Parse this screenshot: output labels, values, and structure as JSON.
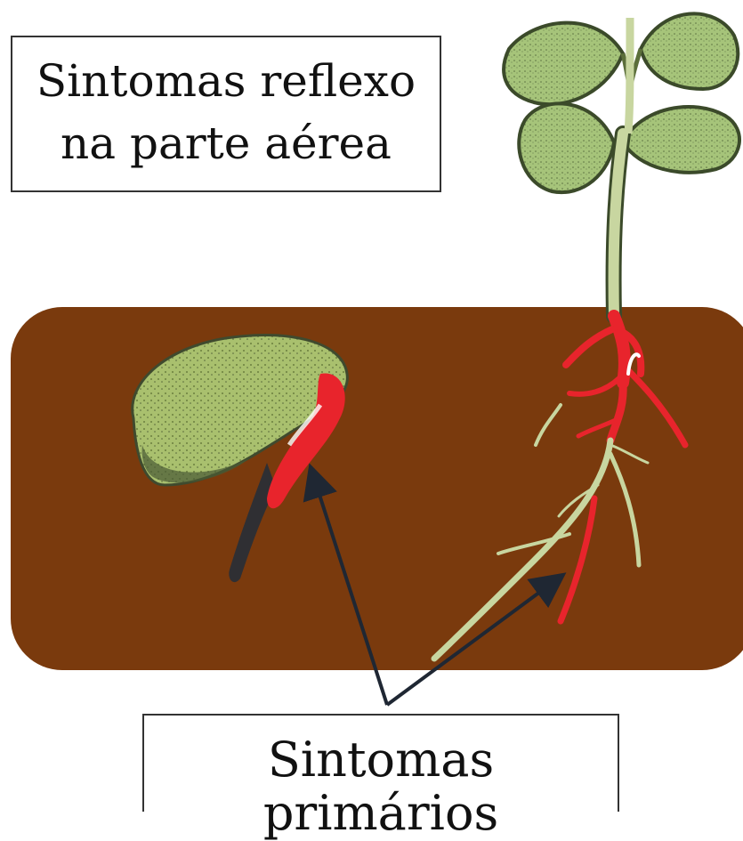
{
  "labels": {
    "aerial_symptoms_line1": "Sintomas reflexo",
    "aerial_symptoms_line2": "na parte aérea",
    "primary_symptoms": "Sintomas primários"
  },
  "colors": {
    "soil": "#7a3a0d",
    "leaf": "#9fbf6a",
    "leaf_outline": "#3b4a2a",
    "stem": "#c8d6a0",
    "lesion": "#e8242c",
    "seed": "#a9c06e",
    "seed_dark": "#3b3b3b",
    "arrow": "#1f2733"
  }
}
